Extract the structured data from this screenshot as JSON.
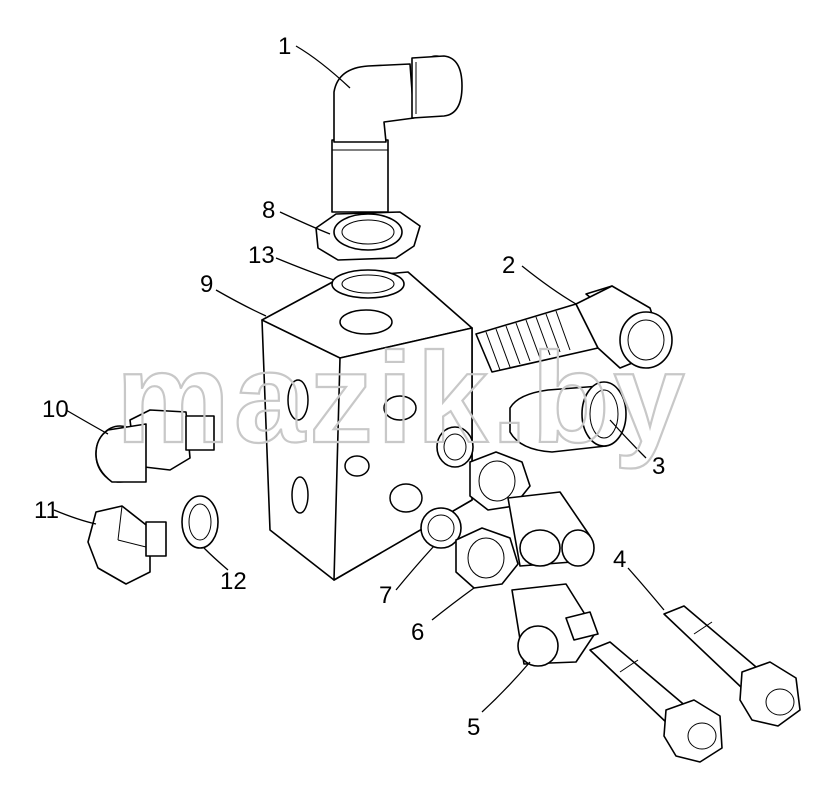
{
  "watermark": "mazik.by",
  "callouts": [
    {
      "id": "1",
      "label": "1"
    },
    {
      "id": "2",
      "label": "2"
    },
    {
      "id": "3",
      "label": "3"
    },
    {
      "id": "4",
      "label": "4"
    },
    {
      "id": "5",
      "label": "5"
    },
    {
      "id": "6",
      "label": "6"
    },
    {
      "id": "7",
      "label": "7"
    },
    {
      "id": "8",
      "label": "8"
    },
    {
      "id": "9",
      "label": "9"
    },
    {
      "id": "10",
      "label": "10"
    },
    {
      "id": "11",
      "label": "11"
    },
    {
      "id": "12",
      "label": "12"
    },
    {
      "id": "13",
      "label": "13"
    }
  ]
}
